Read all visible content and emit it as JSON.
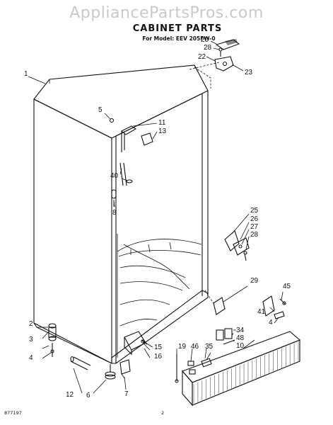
{
  "watermark": "AppliancePartsPros.com",
  "title": "CABINET PARTS",
  "subtitle": "For Model: EEV 205FW-0",
  "footer": {
    "code": "877197",
    "page": "2"
  },
  "callouts": [
    {
      "id": "c-1",
      "text": "1"
    },
    {
      "id": "c-5",
      "text": "5"
    },
    {
      "id": "c-11",
      "text": "11"
    },
    {
      "id": "c-13",
      "text": "13"
    },
    {
      "id": "c-40",
      "text": "40"
    },
    {
      "id": "c-8",
      "text": "8"
    },
    {
      "id": "c-20",
      "text": "20"
    },
    {
      "id": "c-28a",
      "text": "28"
    },
    {
      "id": "c-22",
      "text": "22"
    },
    {
      "id": "c-23",
      "text": "23"
    },
    {
      "id": "c-25",
      "text": "25"
    },
    {
      "id": "c-26",
      "text": "26"
    },
    {
      "id": "c-27",
      "text": "27"
    },
    {
      "id": "c-28b",
      "text": "28"
    },
    {
      "id": "c-29",
      "text": "29"
    },
    {
      "id": "c-45",
      "text": "45"
    },
    {
      "id": "c-41",
      "text": "41"
    },
    {
      "id": "c-4b",
      "text": "4"
    },
    {
      "id": "c-34",
      "text": "34"
    },
    {
      "id": "c-48",
      "text": "48"
    },
    {
      "id": "c-10",
      "text": "10"
    },
    {
      "id": "c-19",
      "text": "19"
    },
    {
      "id": "c-46",
      "text": "46"
    },
    {
      "id": "c-35",
      "text": "35"
    },
    {
      "id": "c-15",
      "text": "15"
    },
    {
      "id": "c-16",
      "text": "16"
    },
    {
      "id": "c-2",
      "text": "2"
    },
    {
      "id": "c-3",
      "text": "3"
    },
    {
      "id": "c-4a",
      "text": "4"
    },
    {
      "id": "c-12",
      "text": "12"
    },
    {
      "id": "c-6",
      "text": "6"
    },
    {
      "id": "c-7",
      "text": "7"
    }
  ]
}
